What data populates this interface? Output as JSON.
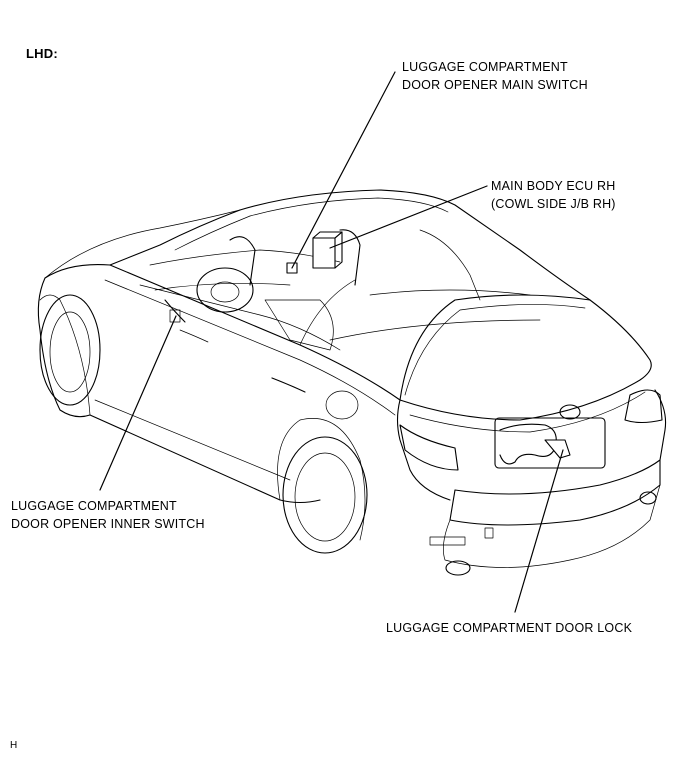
{
  "region": "LHD:",
  "labels": {
    "main_switch": [
      "LUGGAGE COMPARTMENT",
      "DOOR OPENER MAIN SWITCH"
    ],
    "body_ecu": [
      "MAIN BODY ECU RH",
      "(COWL SIDE J/B RH)"
    ],
    "inner_switch": [
      "LUGGAGE COMPARTMENT",
      "DOOR OPENER INNER SWITCH"
    ],
    "door_lock": "LUGGAGE COMPARTMENT DOOR LOCK"
  },
  "figure_code": "H"
}
